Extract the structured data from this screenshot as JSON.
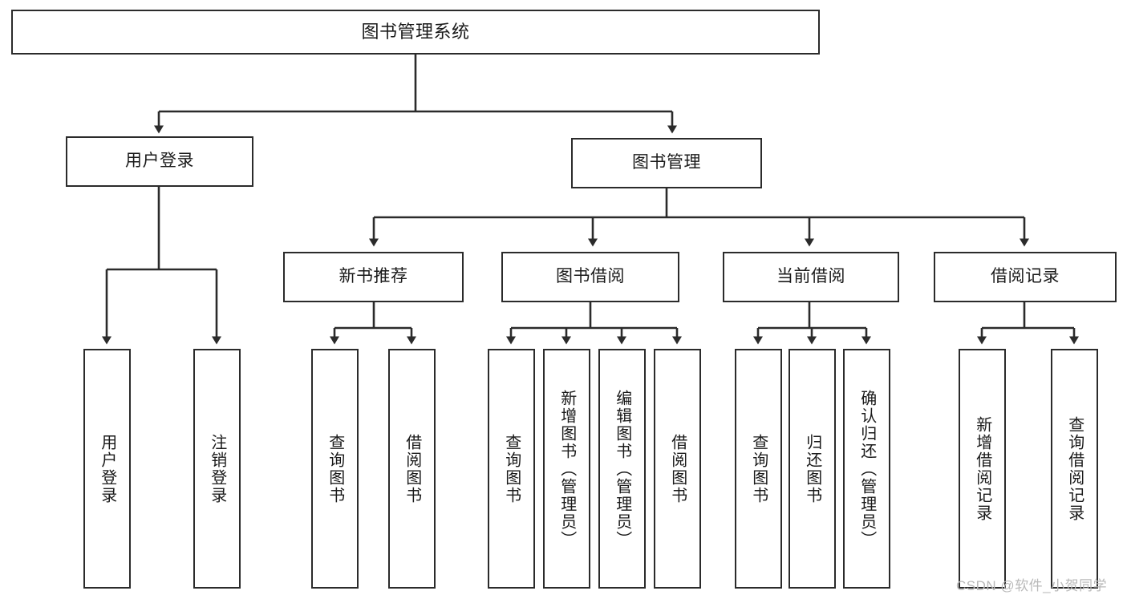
{
  "diagram": {
    "type": "tree",
    "title": "图书管理系统",
    "root": {
      "label": "图书管理系统"
    },
    "level1": [
      {
        "label": "用户登录"
      },
      {
        "label": "图书管理"
      }
    ],
    "level2": [
      {
        "label": "新书推荐",
        "parent": "图书管理"
      },
      {
        "label": "图书借阅",
        "parent": "图书管理"
      },
      {
        "label": "当前借阅",
        "parent": "图书管理"
      },
      {
        "label": "借阅记录",
        "parent": "图书管理"
      }
    ],
    "leaves": [
      {
        "label": "用户登录",
        "parent": "用户登录"
      },
      {
        "label": "注销登录",
        "parent": "用户登录"
      },
      {
        "label": "查询图书",
        "parent": "新书推荐"
      },
      {
        "label": "借阅图书",
        "parent": "新书推荐"
      },
      {
        "label": "查询图书",
        "parent": "图书借阅"
      },
      {
        "label": "新增图书（管理员）",
        "parent": "图书借阅"
      },
      {
        "label": "编辑图书（管理员）",
        "parent": "图书借阅"
      },
      {
        "label": "借阅图书",
        "parent": "图书借阅"
      },
      {
        "label": "查询图书",
        "parent": "当前借阅"
      },
      {
        "label": "归还图书",
        "parent": "当前借阅"
      },
      {
        "label": "确认归还（管理员）",
        "parent": "当前借阅"
      },
      {
        "label": "新增借阅记录",
        "parent": "借阅记录"
      },
      {
        "label": "查询借阅记录",
        "parent": "借阅记录"
      }
    ]
  },
  "watermark": {
    "text": "CSDN @软件_小贺同学"
  },
  "colors": {
    "stroke": "#2b2b2b",
    "background": "#ffffff",
    "text": "#1a1a1a",
    "watermark": "#b9b9b9"
  }
}
